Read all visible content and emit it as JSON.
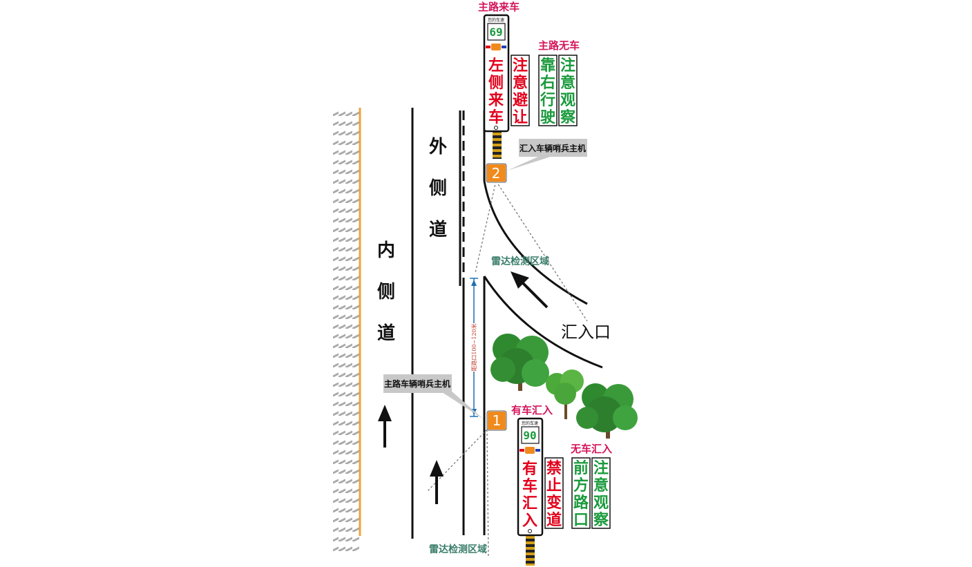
{
  "roads": {
    "inner": "内侧道",
    "outer": "外侧道"
  },
  "top_device": {
    "status_label": "主路来车",
    "alt_status_label": "主路无车",
    "speed": "69",
    "speed_caption": "您的车速",
    "main_text": "左侧来车",
    "second_text": "注意避让",
    "green_text_1": "靠右行驶",
    "green_text_2": "注意观察",
    "host_label": "汇入车辆哨兵主机",
    "badge": "2"
  },
  "bottom_device": {
    "status_label": "有车汇入",
    "alt_status_label": "无车汇入",
    "speed": "90",
    "speed_caption": "您的车速",
    "main_text": "有车汇入",
    "second_text": "禁止变道",
    "green_text_1": "前方路口",
    "green_text_2": "注意观察",
    "host_label": "主路车辆哨兵主机",
    "badge": "1"
  },
  "radar_zone_label": "雷达检测区域",
  "merge_entrance": "汇入口",
  "distance_label": "距路口100~120米",
  "colors": {
    "red": "#e3001b",
    "green": "#1a9a3c",
    "pink": "#d4145a",
    "orange_badge": "#f08a1c",
    "edge_line": "#f0a23a"
  }
}
